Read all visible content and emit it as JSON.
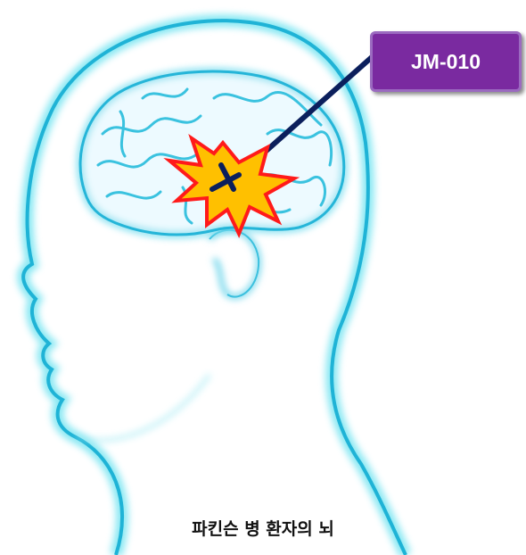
{
  "drug_label": "JM-010",
  "caption": "파킨슨 병 환자의 뇌",
  "icons": {
    "head": "human-head-silhouette",
    "brain": "brain-icon",
    "burst": "explosion-burst-icon"
  },
  "colors": {
    "outline_glow": "#7fe6f2",
    "outline_core": "#1fb3d6",
    "burst_fill": "#ffc000",
    "burst_stroke": "#ff1a1a",
    "label_fill": "#7a2aa0",
    "pointer_line": "#0b1f5c"
  }
}
